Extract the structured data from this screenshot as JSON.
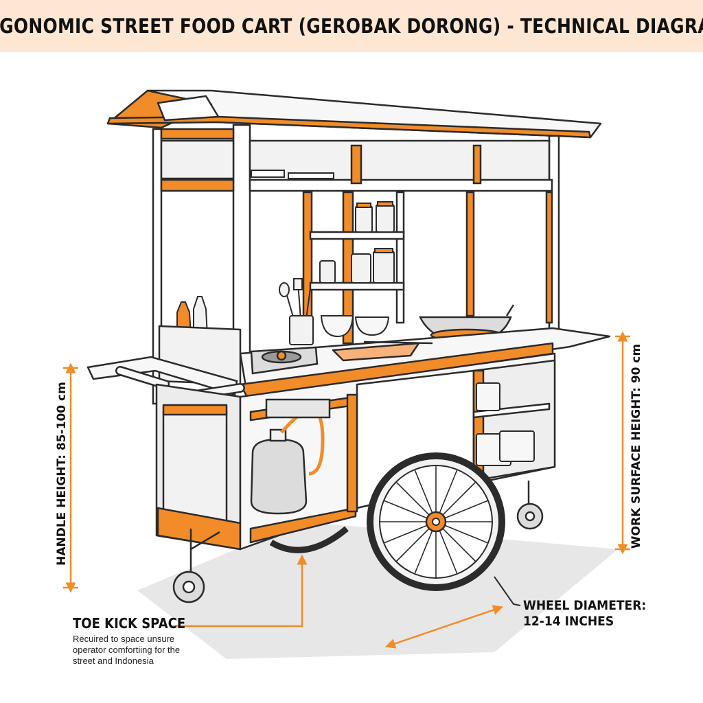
{
  "title": "ERGONOMIC STREET FOOD CART (GEROBAK DORONG) - TECHNICAL DIAGRAM",
  "labels": {
    "handle_height": "HANDLE HEIGHT: 85-100 cm",
    "work_surface_height": "WORK SURFACE HEIGHT: 90 cm",
    "toe_kick_title": "TOE KICK SPACE",
    "toe_kick_description": "Recuired to space unsure operator comfortiing for the street and Indonesia",
    "wheel_diameter_title": "WHEEL DIAMETER:",
    "wheel_diameter_value": "12-14 INCHES"
  },
  "colors": {
    "accent": "#f28c28",
    "outline": "#2b2b2b",
    "banner": "#fde7d3",
    "shadow": "#e6e6e6"
  }
}
